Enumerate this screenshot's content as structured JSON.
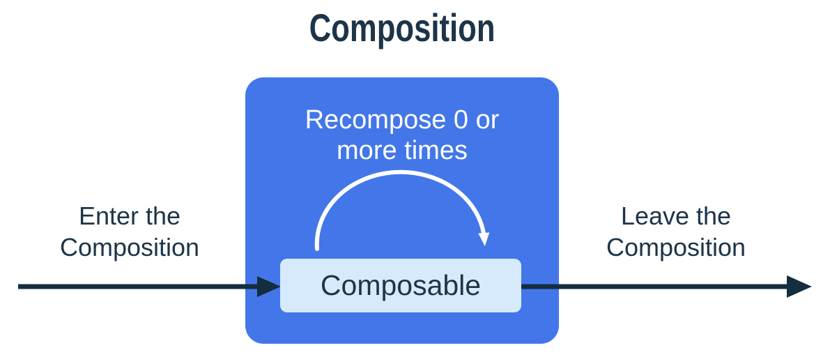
{
  "title": "Composition",
  "labels": {
    "enter": {
      "line1": "Enter the",
      "line2": "Composition"
    },
    "leave": {
      "line1": "Leave the",
      "line2": "Composition"
    },
    "recompose": {
      "line1": "Recompose 0 or",
      "line2": "more times"
    },
    "composable": "Composable"
  },
  "colors": {
    "background": "#FFFFFF",
    "composition_box_fill": "#4377E9",
    "composable_box_fill": "#D7EAFB",
    "text_dark": "#1D3449",
    "arrow_dark": "#142D3F",
    "recompose_text": "#FFFFFF",
    "loop_arrow": "#FFFFFF"
  }
}
